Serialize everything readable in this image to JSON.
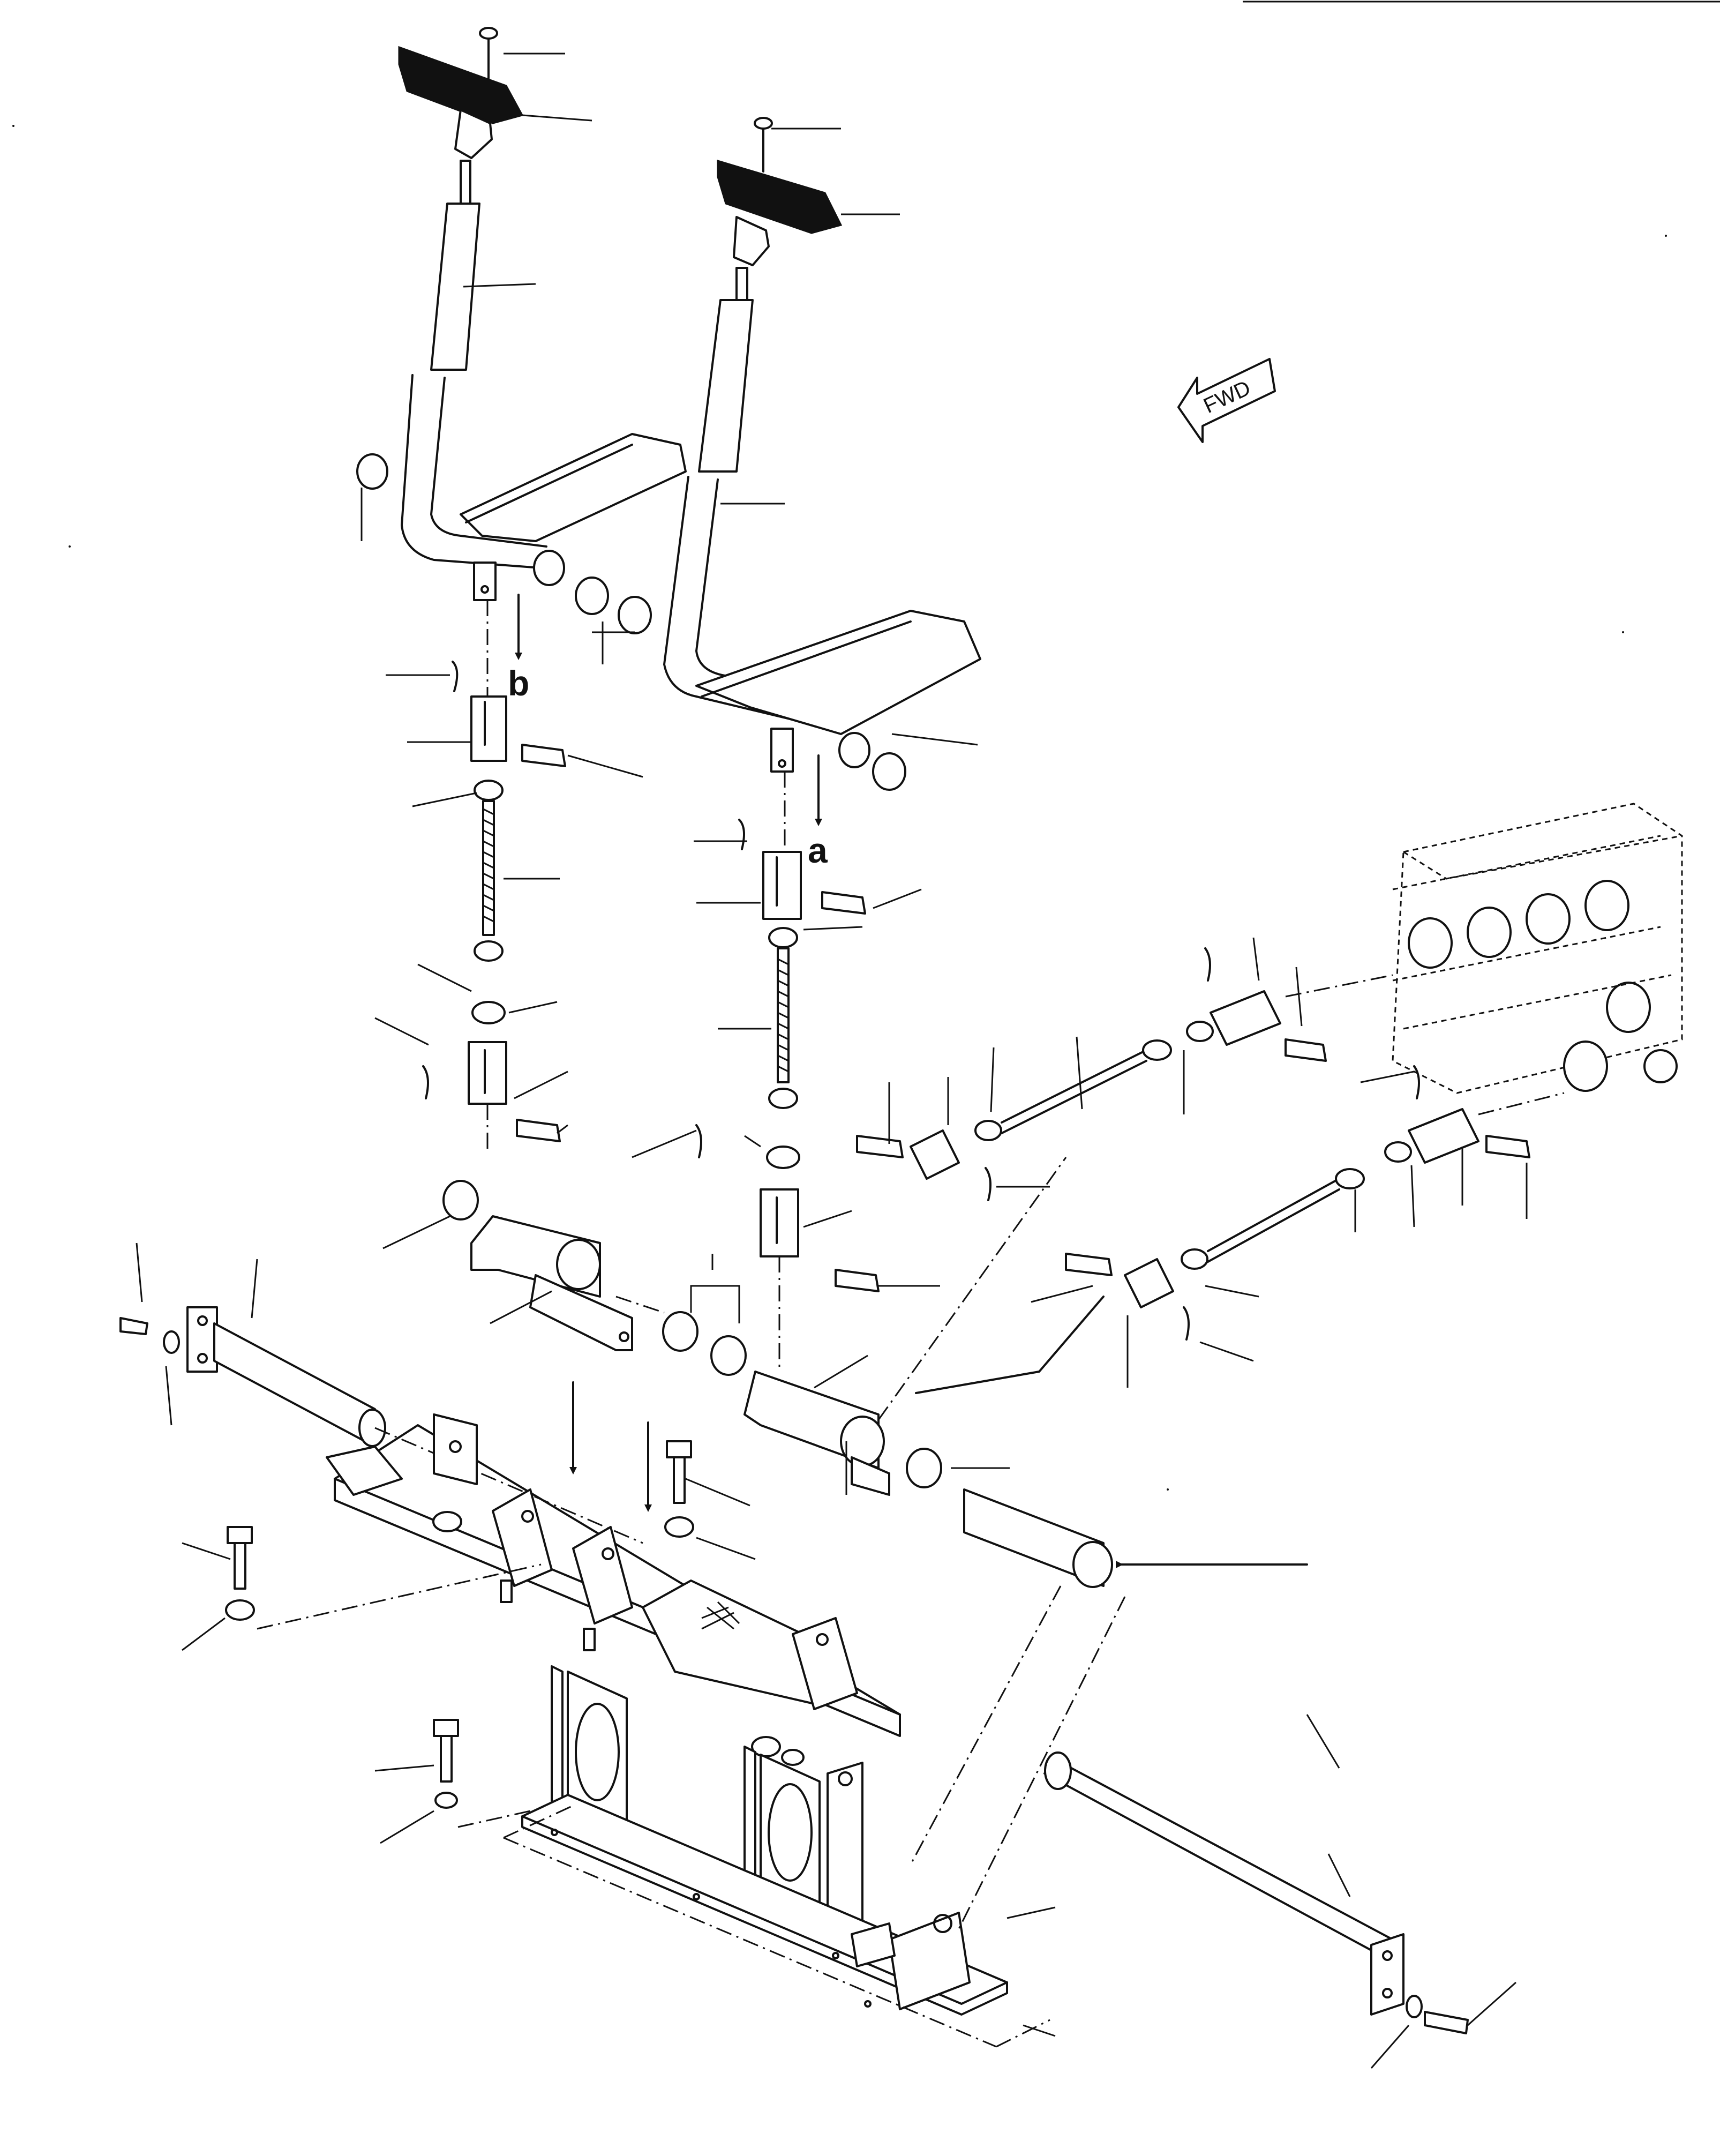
{
  "labels": {
    "a": "a",
    "b": "b"
  },
  "direction_marker": {
    "text": "FWD",
    "icon": "fwd-arrow-icon"
  }
}
